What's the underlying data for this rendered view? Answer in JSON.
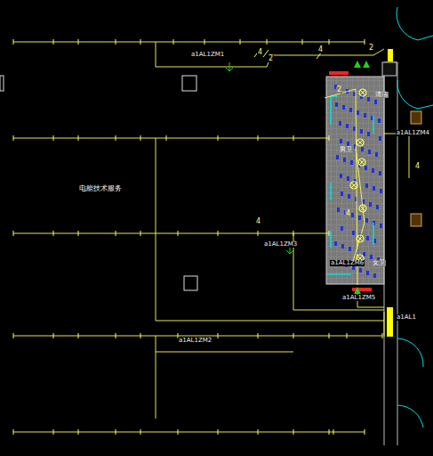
{
  "diagram": {
    "labels": [
      "a1AL1ZM1",
      "4",
      "2",
      "4",
      "2",
      "电能技术服务",
      "4",
      "a1AL1ZM3",
      "a1AL1ZM2",
      "a1AL1ZM4",
      "4",
      "a1AL1ZM5",
      "a1AL1ZM6",
      "a1AL1",
      "2",
      "4",
      "清洁",
      "男卫",
      "女卫"
    ]
  }
}
